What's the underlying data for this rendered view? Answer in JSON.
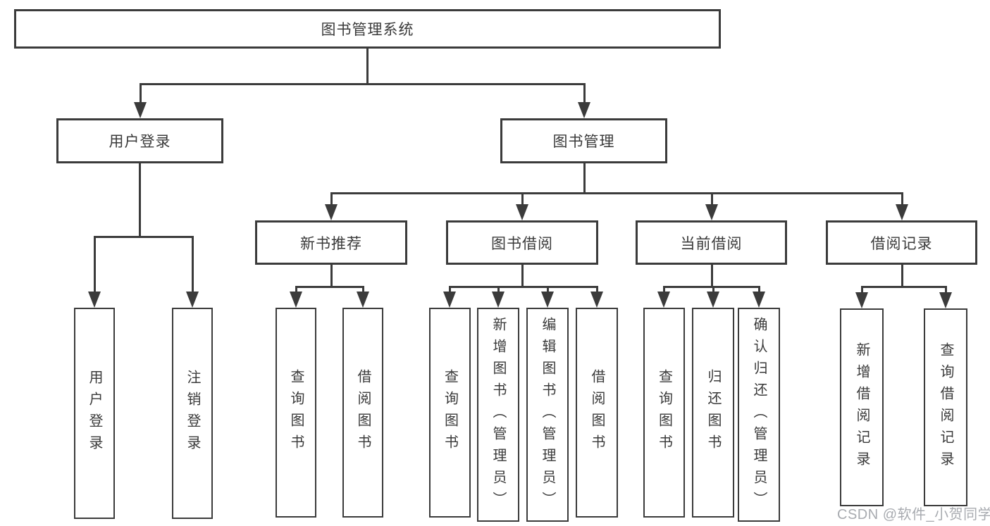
{
  "tree": {
    "label": "图书管理系统",
    "children": [
      {
        "label": "用户登录",
        "children": [
          {
            "label": "用户登录"
          },
          {
            "label": "注销登录"
          }
        ]
      },
      {
        "label": "图书管理",
        "children": [
          {
            "label": "新书推荐",
            "children": [
              {
                "label": "查询图书"
              },
              {
                "label": "借阅图书"
              }
            ]
          },
          {
            "label": "图书借阅",
            "children": [
              {
                "label": "查询图书"
              },
              {
                "label": "新增图书（管理员）"
              },
              {
                "label": "编辑图书（管理员）"
              },
              {
                "label": "借阅图书"
              }
            ]
          },
          {
            "label": "当前借阅",
            "children": [
              {
                "label": "查询图书"
              },
              {
                "label": "归还图书"
              },
              {
                "label": "确认归还（管理员）"
              }
            ]
          },
          {
            "label": "借阅记录",
            "children": [
              {
                "label": "新增借阅记录"
              },
              {
                "label": "查询借阅记录"
              }
            ]
          }
        ]
      }
    ]
  },
  "watermark": {
    "text": "CSDN @软件_小贺同学"
  },
  "colors": {
    "line": "#3b3b3b",
    "text": "#3a3a3a",
    "watermark": "#a8abb0",
    "background": "#ffffff"
  }
}
